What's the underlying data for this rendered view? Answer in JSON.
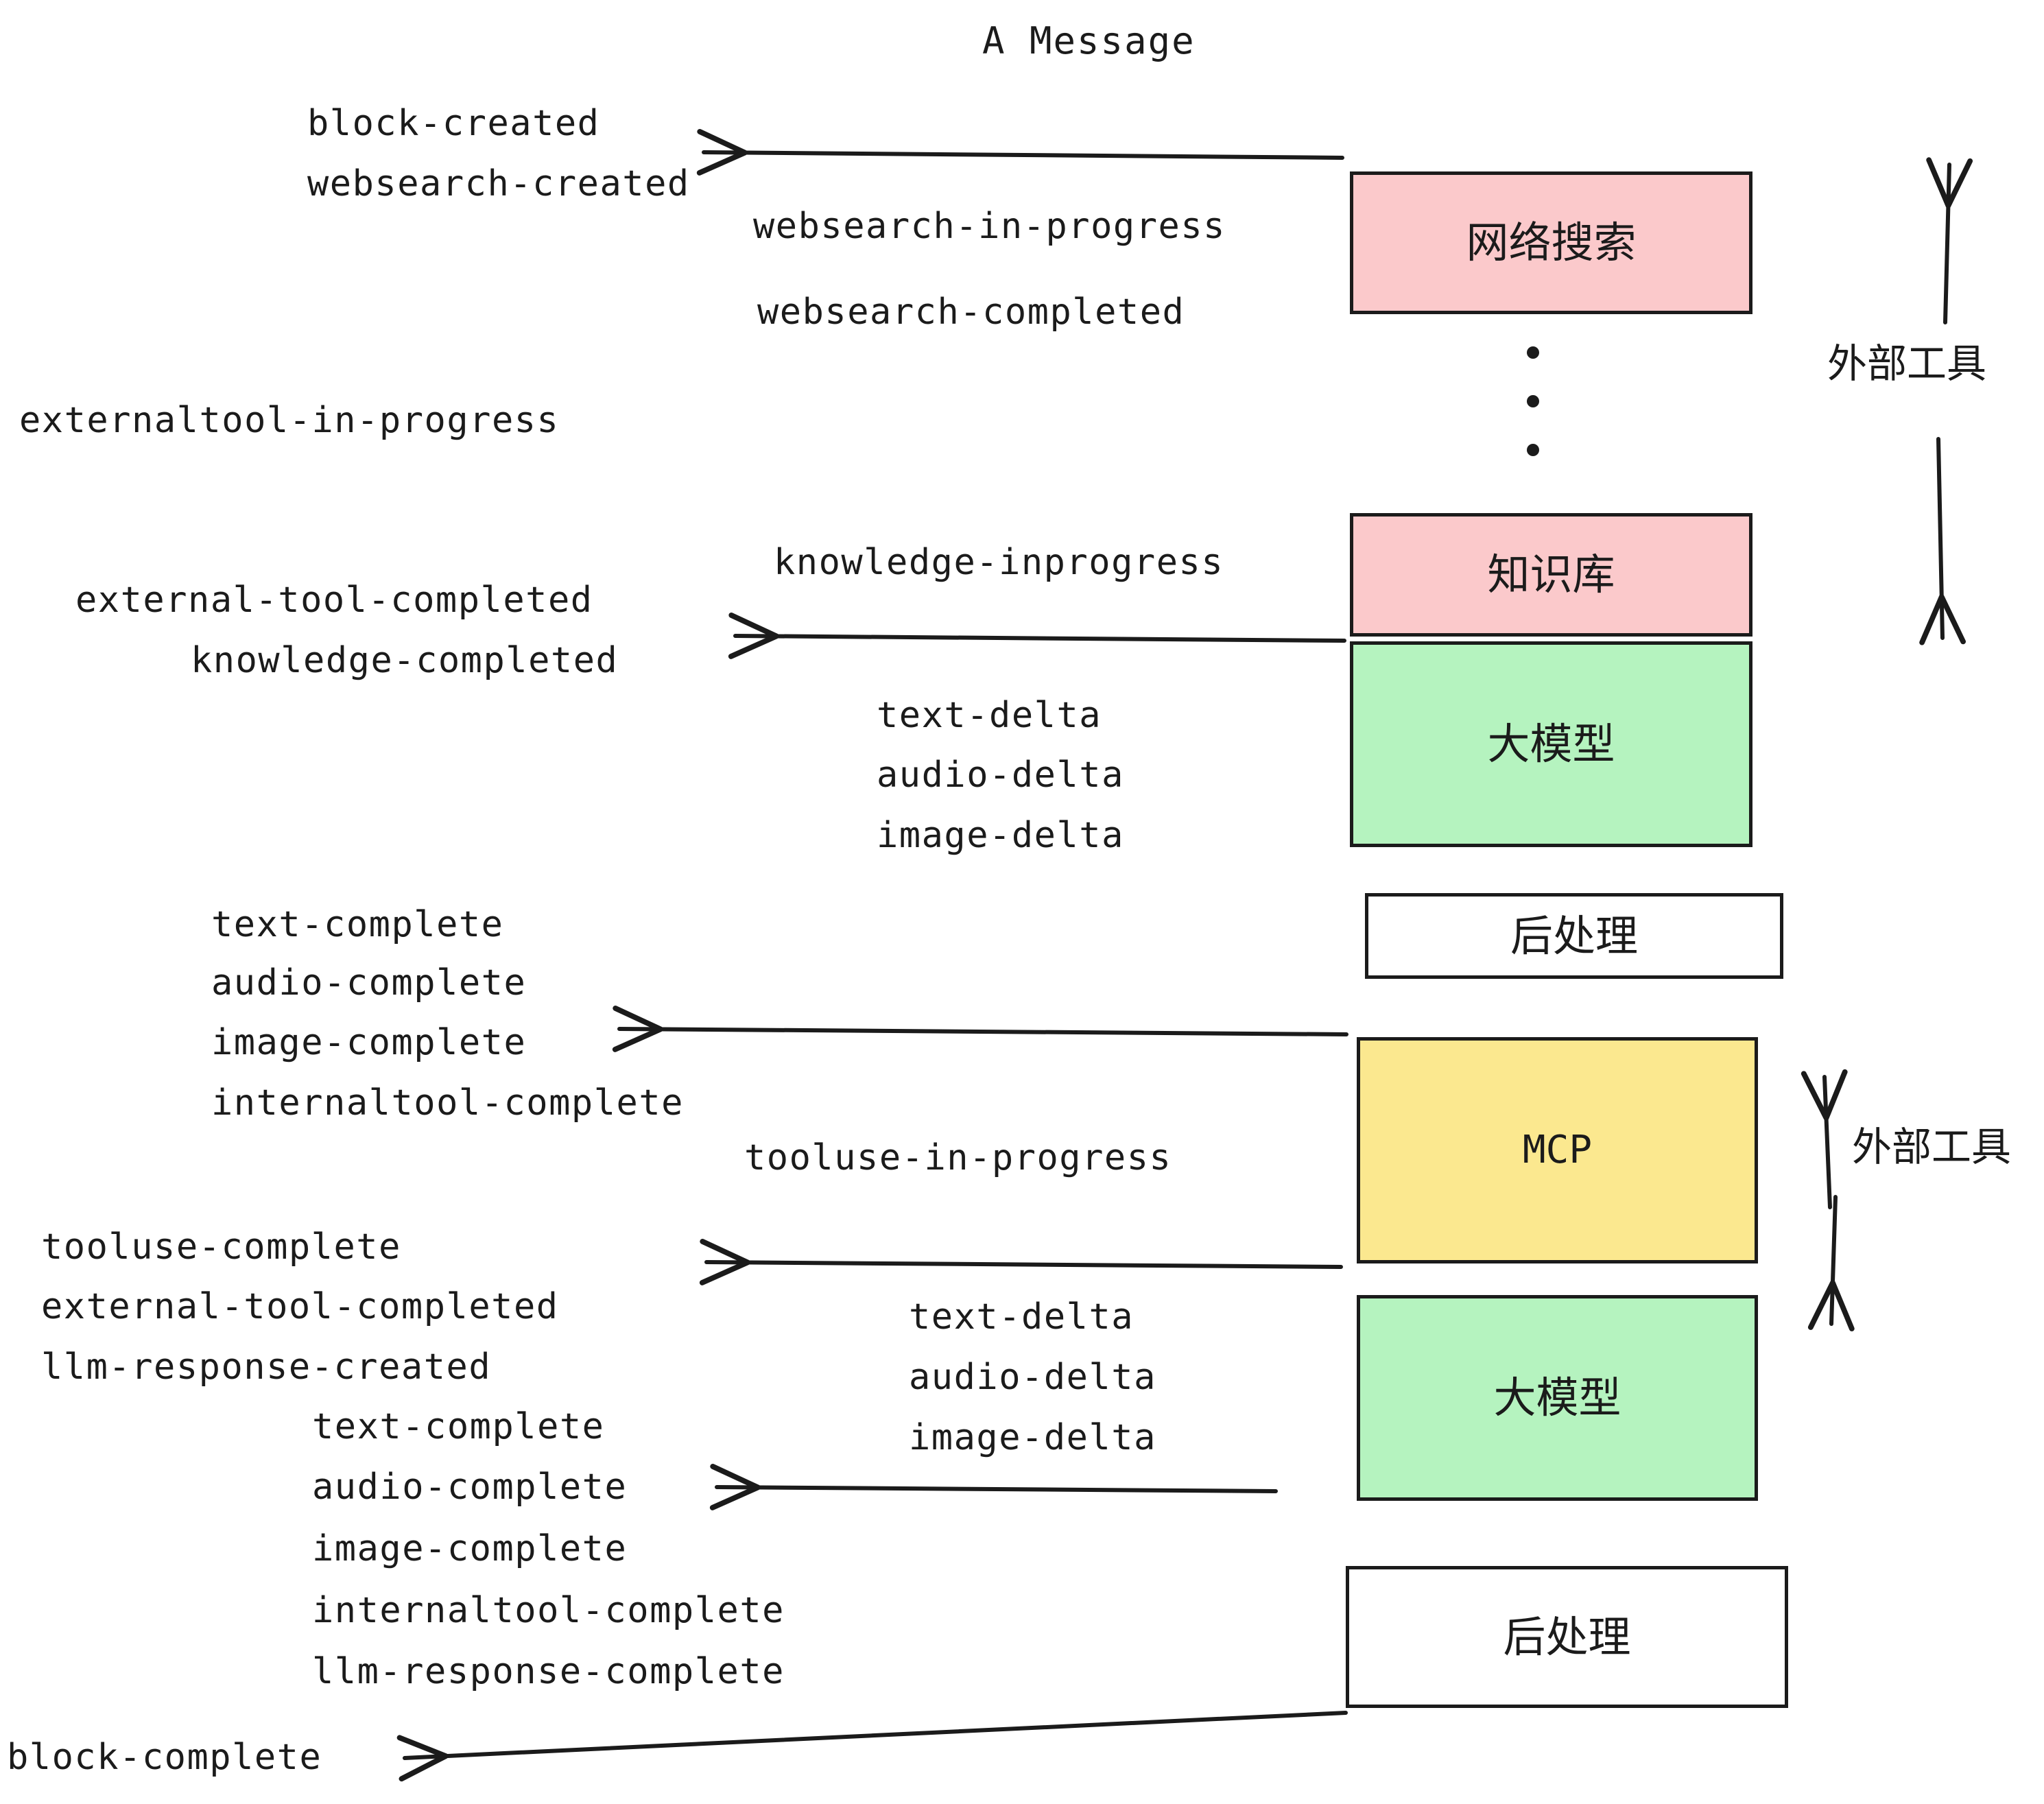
{
  "title": "A Message",
  "colors": {
    "pink": "#fbc9cb",
    "green": "#b5f3bf",
    "yellow": "#fbe88f",
    "white": "#ffffff",
    "stroke": "#1b1b1b",
    "background": "#ffffff"
  },
  "nodes": [
    {
      "id": "websearch",
      "label": "网络搜索",
      "fill": "pink"
    },
    {
      "id": "knowledge",
      "label": "知识库",
      "fill": "pink"
    },
    {
      "id": "llm-1",
      "label": "大模型",
      "fill": "green"
    },
    {
      "id": "postprocess-1",
      "label": "后处理",
      "fill": "white"
    },
    {
      "id": "mcp",
      "label": "MCP",
      "fill": "yellow"
    },
    {
      "id": "llm-2",
      "label": "大模型",
      "fill": "green"
    },
    {
      "id": "postprocess-2",
      "label": "后处理",
      "fill": "white"
    }
  ],
  "group_labels": [
    {
      "id": "external-tools-top",
      "label": "外部工具"
    },
    {
      "id": "external-tools-bottom",
      "label": "外部工具"
    }
  ],
  "events": [
    {
      "id": "block-created",
      "label": "block-created"
    },
    {
      "id": "websearch-created",
      "label": "websearch-created"
    },
    {
      "id": "websearch-in-progress",
      "label": "websearch-in-progress"
    },
    {
      "id": "websearch-completed",
      "label": "websearch-completed"
    },
    {
      "id": "externaltool-in-progress",
      "label": "externaltool-in-progress"
    },
    {
      "id": "knowledge-inprogress",
      "label": "knowledge-inprogress"
    },
    {
      "id": "external-tool-completed-1",
      "label": "external-tool-completed"
    },
    {
      "id": "knowledge-completed",
      "label": "knowledge-completed"
    },
    {
      "id": "text-delta-1",
      "label": "text-delta"
    },
    {
      "id": "audio-delta-1",
      "label": "audio-delta"
    },
    {
      "id": "image-delta-1",
      "label": "image-delta"
    },
    {
      "id": "text-complete-1",
      "label": "text-complete"
    },
    {
      "id": "audio-complete-1",
      "label": "audio-complete"
    },
    {
      "id": "image-complete-1",
      "label": "image-complete"
    },
    {
      "id": "internaltool-complete-1",
      "label": "internaltool-complete"
    },
    {
      "id": "tooluse-in-progress",
      "label": "tooluse-in-progress"
    },
    {
      "id": "tooluse-complete",
      "label": "tooluse-complete"
    },
    {
      "id": "external-tool-completed-2",
      "label": "external-tool-completed"
    },
    {
      "id": "llm-response-created",
      "label": "llm-response-created"
    },
    {
      "id": "text-complete-2",
      "label": "text-complete"
    },
    {
      "id": "text-delta-2",
      "label": "text-delta"
    },
    {
      "id": "audio-delta-2",
      "label": "audio-delta"
    },
    {
      "id": "image-delta-2",
      "label": "image-delta"
    },
    {
      "id": "audio-complete-2",
      "label": "audio-complete"
    },
    {
      "id": "image-complete-2",
      "label": "image-complete"
    },
    {
      "id": "internaltool-complete-2",
      "label": "internaltool-complete"
    },
    {
      "id": "llm-response-complete",
      "label": "llm-response-complete"
    },
    {
      "id": "block-complete",
      "label": "block-complete"
    }
  ]
}
